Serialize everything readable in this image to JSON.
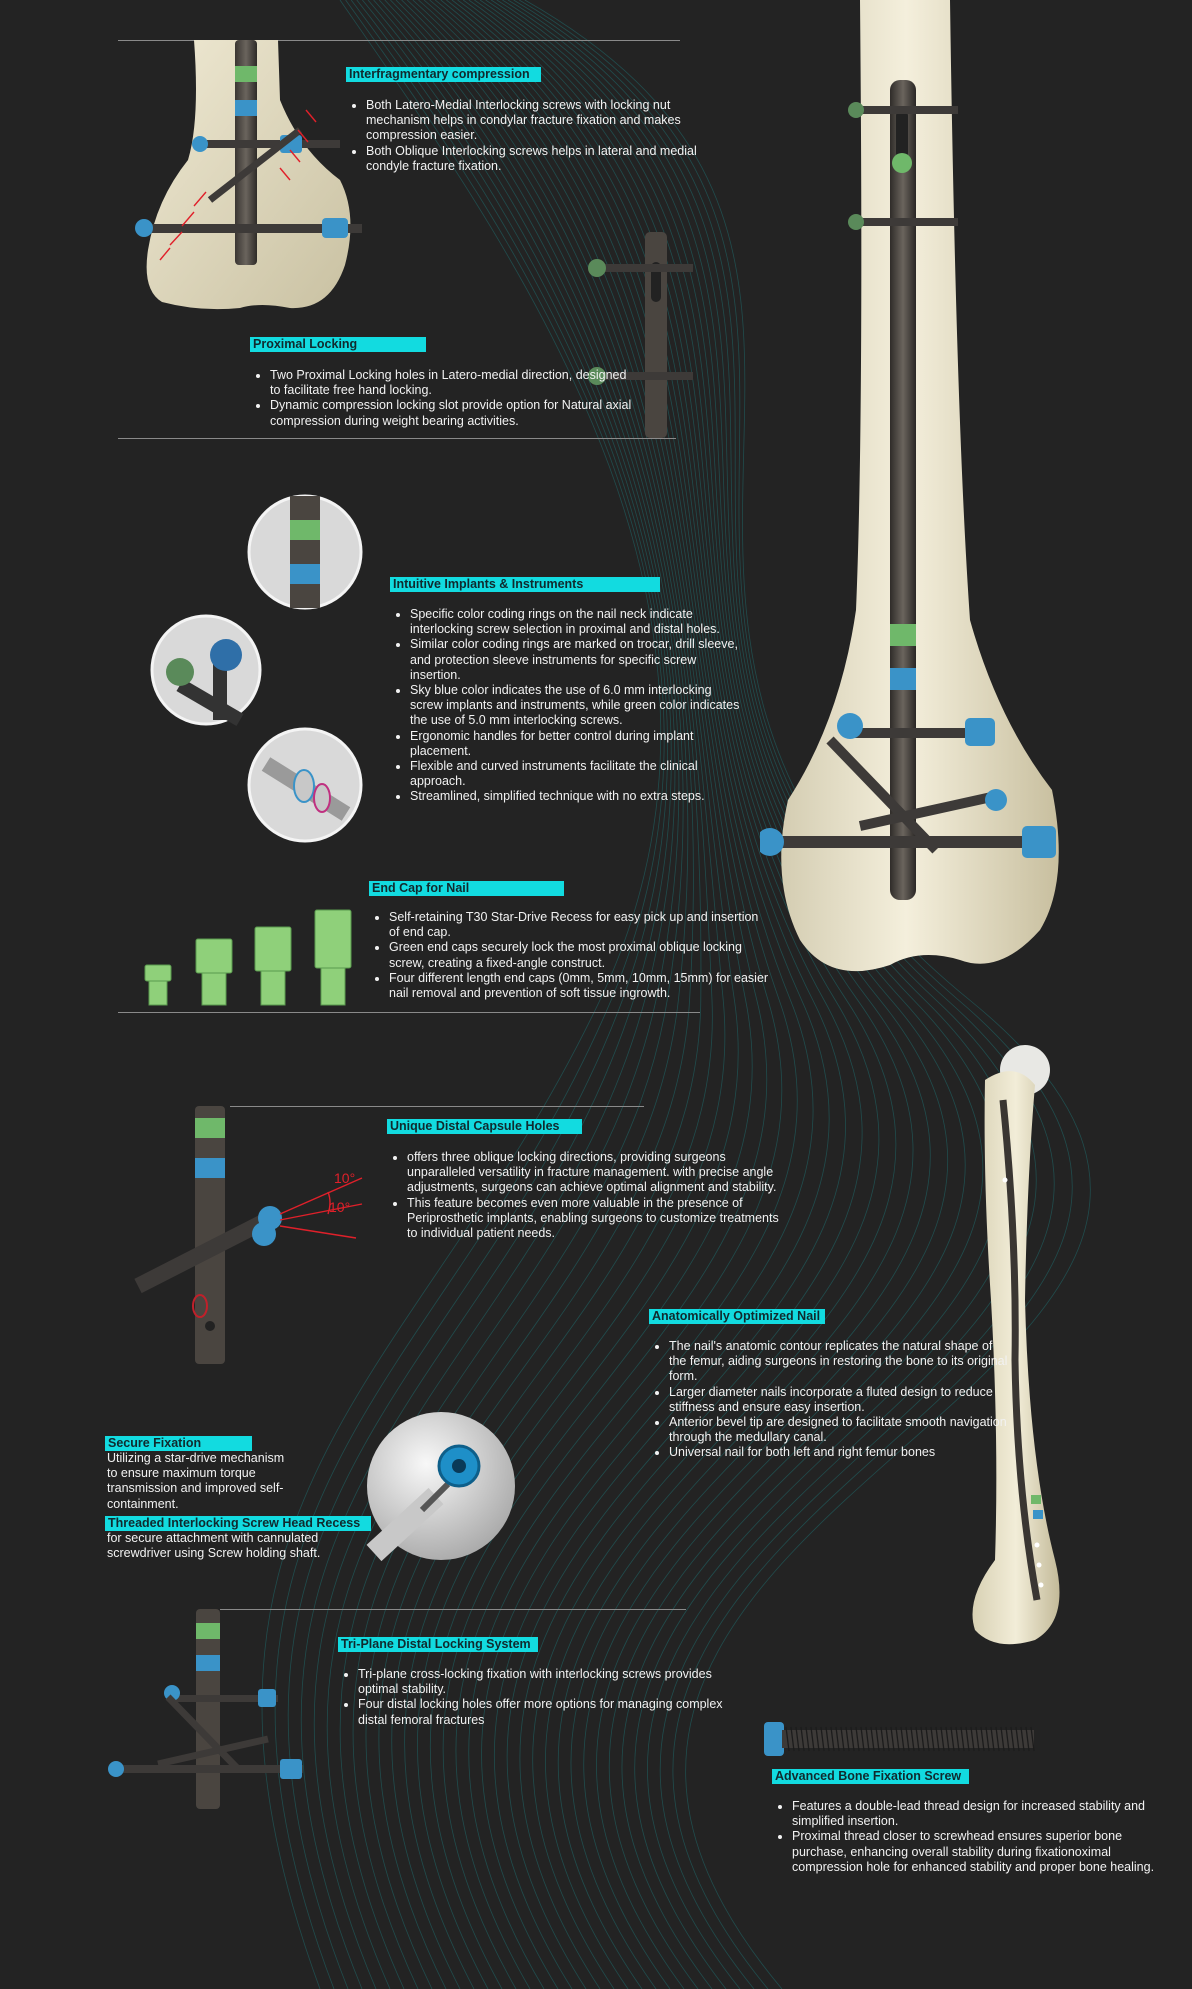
{
  "sections": {
    "interfragmentary": {
      "title": "Interfragmentary compression",
      "bullets": [
        "Both Latero-Medial Interlocking screws with locking nut mechanism helps in condylar fracture fixation and makes compression easier.",
        "Both Oblique Interlocking screws helps in lateral and medial condyle fracture fixation."
      ]
    },
    "proximal_locking": {
      "title": "Proximal Locking",
      "bullets": [
        "Two Proximal Locking holes in Latero-medial direction, designed to facilitate free hand locking.",
        "Dynamic compression locking slot provide option for Natural axial compression during weight bearing activities."
      ]
    },
    "intuitive": {
      "title": "Intuitive Implants & Instruments",
      "bullets": [
        "Specific color coding rings on the nail neck indicate interlocking screw selection in proximal and distal holes.",
        "Similar color coding rings are marked on trocar, drill sleeve, and protection sleeve instruments for specific screw insertion.",
        "Sky blue color indicates the use of 6.0 mm interlocking screw implants and instruments, while green color indicates the use of 5.0 mm interlocking screws.",
        "Ergonomic handles for better control during implant placement.",
        "Flexible and curved instruments facilitate the clinical approach.",
        "Streamlined, simplified technique with no extra steps."
      ]
    },
    "end_cap": {
      "title": "End Cap for Nail",
      "bullets": [
        "Self-retaining T30 Star-Drive Recess for easy pick up and insertion of end cap.",
        "Green end caps securely lock the most proximal oblique locking screw, creating a fixed-angle construct.",
        "Four different length end caps (0mm, 5mm, 10mm, 15mm) for easier nail removal and prevention of soft tissue ingrowth."
      ]
    },
    "distal_capsule": {
      "title": "Unique Distal Capsule Holes",
      "bullets": [
        "offers three oblique locking directions, providing surgeons unparalleled versatility in fracture management. with precise angle adjustments, surgeons can achieve optimal alignment and stability.",
        "This feature becomes even more valuable in the presence of Periprosthetic implants, enabling surgeons to customize treatments to individual patient needs."
      ],
      "angle_top": "10°",
      "angle_bottom": "10°"
    },
    "anatomic": {
      "title": "Anatomically Optimized Nail",
      "bullets": [
        "The nail's anatomic contour replicates the natural shape of the femur, aiding surgeons in restoring the bone to its original form.",
        "Larger diameter nails incorporate a fluted design to reduce stiffness and ensure easy insertion.",
        "Anterior bevel tip are designed to facilitate smooth navigation through the medullary canal.",
        "Universal nail for both left and right femur bones"
      ]
    },
    "secure_fixation": {
      "title": "Secure Fixation",
      "text": "Utilizing a star-drive mechanism to ensure maximum torque transmission and improved self-containment."
    },
    "threaded_recess": {
      "title": "Threaded Interlocking Screw Head Recess",
      "text": "for secure attachment with cannulated screwdriver using Screw holding shaft."
    },
    "triplane": {
      "title": "Tri-Plane Distal Locking System",
      "bullets": [
        "Tri-plane cross-locking fixation with interlocking screws provides optimal stability.",
        "Four distal locking holes offer more options for managing complex distal femoral fractures"
      ]
    },
    "bone_screw": {
      "title": "Advanced Bone Fixation Screw",
      "bullets": [
        "Features a double-lead thread design for increased stability and simplified insertion.",
        "Proximal thread closer to screwhead ensures superior bone purchase, enhancing overall stability during fixationoximal compression hole for enhanced stability and proper bone healing."
      ]
    }
  },
  "colors": {
    "background": "#232323",
    "accent_cyan": "#12dbe0",
    "nail_grey": "#4a4540",
    "ring_green": "#6fb86a",
    "ring_blue": "#3a93c8",
    "bone": "#e8e2cc",
    "arrow_red": "#e0202a"
  }
}
